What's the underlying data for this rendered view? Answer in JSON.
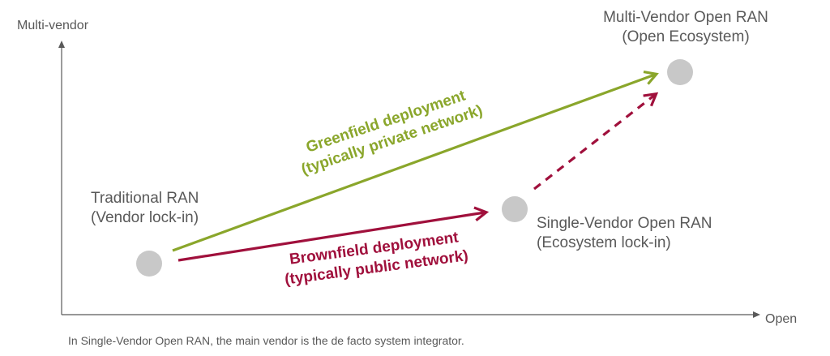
{
  "axes": {
    "y_label": "Multi-vendor",
    "x_label": "Open"
  },
  "nodes": {
    "traditional": {
      "line1": "Traditional RAN",
      "line2": "(Vendor lock-in)"
    },
    "single_vendor": {
      "line1": "Single-Vendor Open RAN",
      "line2": "(Ecosystem lock-in)"
    },
    "multi_vendor": {
      "line1": "Multi-Vendor Open RAN",
      "line2": "(Open Ecosystem)"
    }
  },
  "paths": {
    "greenfield": {
      "line1": "Greenfield deployment",
      "line2": "(typically private network)",
      "color": "#8aa62b"
    },
    "brownfield": {
      "line1": "Brownfield deployment",
      "line2": "(typically public network)",
      "color": "#a0103c"
    }
  },
  "node_color": "#c8c8c8",
  "footnote": "In Single-Vendor Open RAN, the main vendor is the de facto system integrator."
}
